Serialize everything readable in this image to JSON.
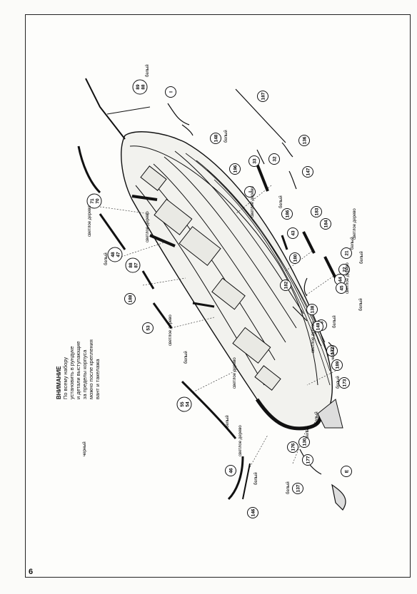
{
  "page": {
    "number": "6"
  },
  "note": {
    "title": "ВНИМАНИЕ",
    "lines": [
      "По всему набору",
      "установить в рундуке",
      "и детали выступающие",
      "за пределы корпуса",
      "можно после крепления",
      "вант и такелажа"
    ]
  },
  "callouts": [
    {
      "n": "89",
      "sub": "88"
    },
    {
      "n": "I"
    },
    {
      "n": "187"
    },
    {
      "n": "71",
      "sub": "70"
    },
    {
      "n": "148"
    },
    {
      "n": "33"
    },
    {
      "n": "136"
    },
    {
      "n": "196"
    },
    {
      "n": "I"
    },
    {
      "n": "32"
    },
    {
      "n": "147"
    },
    {
      "n": "43"
    },
    {
      "n": "183"
    },
    {
      "n": "48",
      "sub": "47"
    },
    {
      "n": "88",
      "sub": "87"
    },
    {
      "n": "186"
    },
    {
      "n": "184"
    },
    {
      "n": "188"
    },
    {
      "n": "21"
    },
    {
      "n": "180"
    },
    {
      "n": "22"
    },
    {
      "n": "44"
    },
    {
      "n": "45"
    },
    {
      "n": "182"
    },
    {
      "n": "138"
    },
    {
      "n": "53"
    },
    {
      "n": "135"
    },
    {
      "n": "149"
    },
    {
      "n": "172"
    },
    {
      "n": "189"
    },
    {
      "n": "173"
    },
    {
      "n": "55",
      "sub": "54"
    },
    {
      "n": "176"
    },
    {
      "n": "130"
    },
    {
      "n": "46"
    },
    {
      "n": "177"
    },
    {
      "n": "137"
    },
    {
      "n": "E"
    },
    {
      "n": "146"
    }
  ],
  "labels": [
    {
      "text": "белый"
    },
    {
      "text": "белый"
    },
    {
      "text": "светлое дерево"
    },
    {
      "text": "белый"
    },
    {
      "text": "светлое дерево"
    },
    {
      "text": "светлое дерево"
    },
    {
      "text": "белый"
    },
    {
      "text": "светлое дерево"
    },
    {
      "text": "белый"
    },
    {
      "text": "светлое дерево"
    },
    {
      "text": "белый"
    },
    {
      "text": "светлое дерево"
    },
    {
      "text": "белый"
    },
    {
      "text": "светлое дерево"
    },
    {
      "text": "белый"
    },
    {
      "text": "светлое дерево"
    },
    {
      "text": "черный"
    },
    {
      "text": "белый"
    },
    {
      "text": "черный"
    },
    {
      "text": "белый"
    },
    {
      "text": "светлое дерево"
    },
    {
      "text": "белый"
    },
    {
      "text": "белый"
    },
    {
      "text": "белый"
    },
    {
      "text": "белый"
    },
    {
      "text": "белый"
    }
  ]
}
